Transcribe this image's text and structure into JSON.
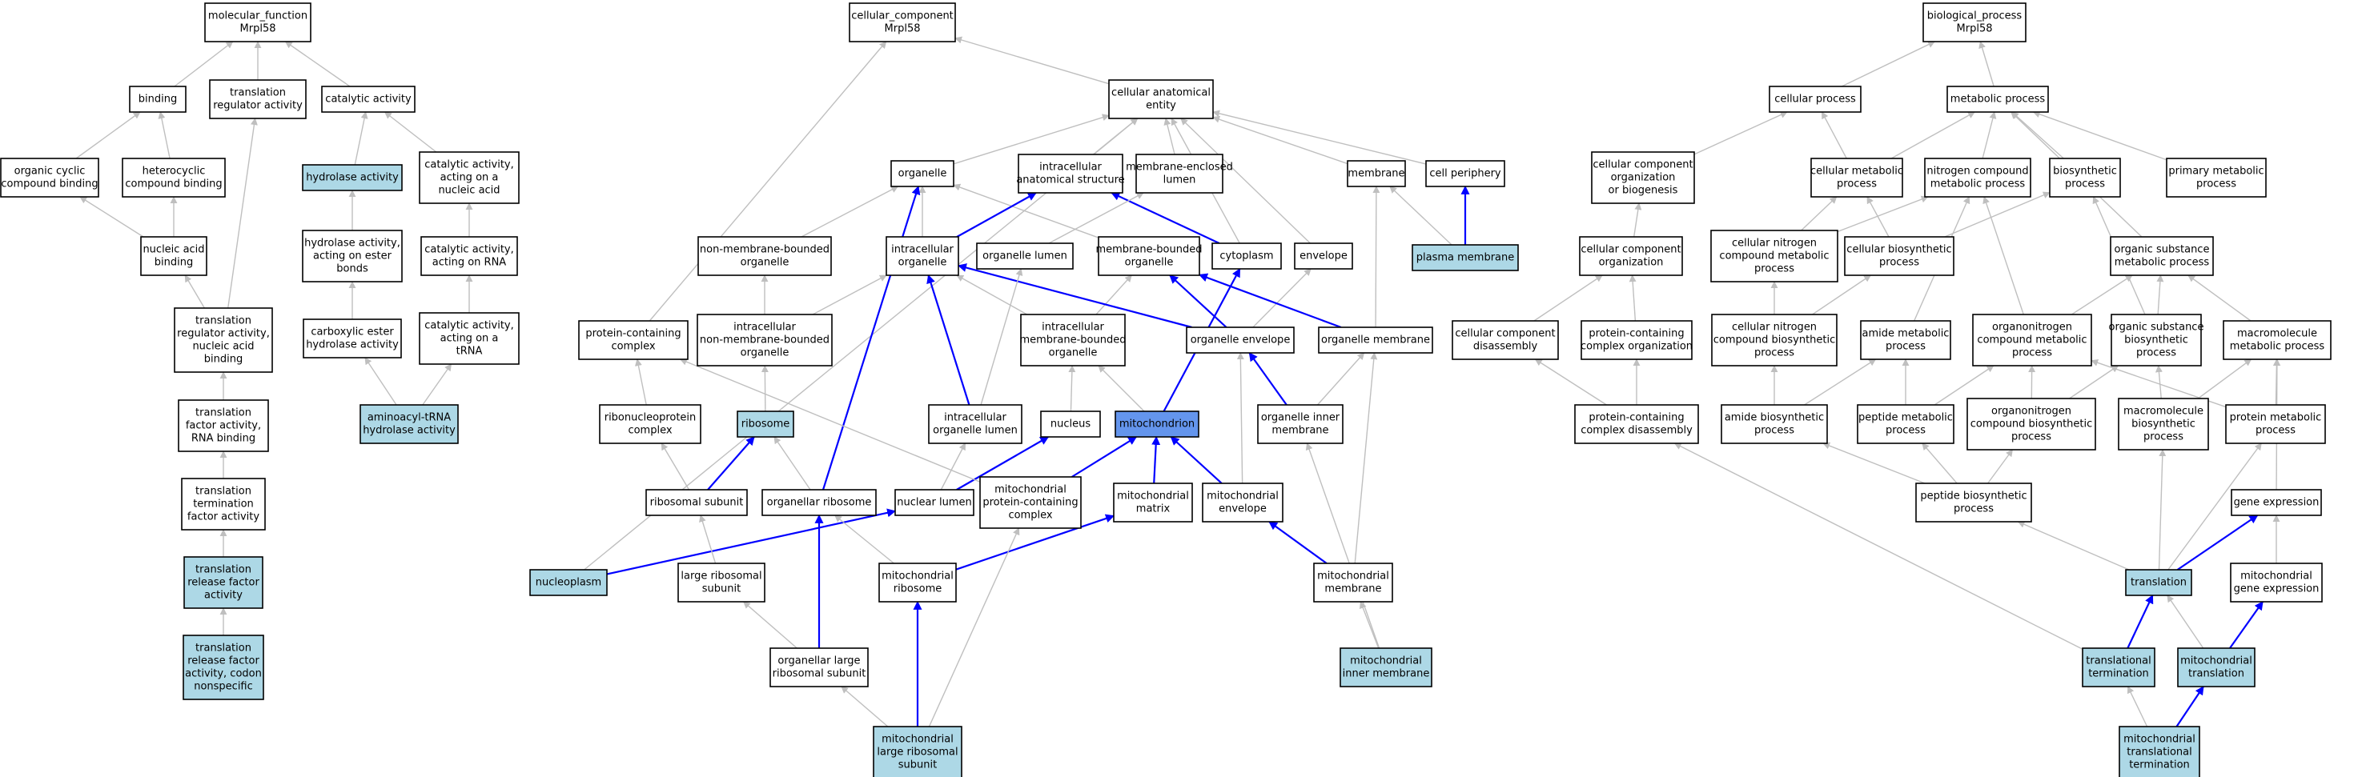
{
  "colors": {
    "plain": "#ffffff",
    "query": "#add8e6",
    "focus": "#6495ed",
    "gray_edge": "#bfbfbf",
    "blue_edge": "#0000ff"
  },
  "nodes": [
    {
      "id": "mf_root",
      "lines": [
        "molecular_function",
        "Mrpl58"
      ],
      "style": "plain"
    },
    {
      "id": "binding",
      "lines": [
        "binding"
      ],
      "style": "plain"
    },
    {
      "id": "tra_reg",
      "lines": [
        "translation",
        "regulator activity"
      ],
      "style": "plain"
    },
    {
      "id": "cat_act",
      "lines": [
        "catalytic activity"
      ],
      "style": "plain"
    },
    {
      "id": "org_cyc",
      "lines": [
        "organic cyclic",
        "compound binding"
      ],
      "style": "plain"
    },
    {
      "id": "hetero",
      "lines": [
        "heterocyclic",
        "compound binding"
      ],
      "style": "plain"
    },
    {
      "id": "hydrolase",
      "lines": [
        "hydrolase activity"
      ],
      "style": "query"
    },
    {
      "id": "cat_nuc",
      "lines": [
        "catalytic activity,",
        "acting on a",
        "nucleic acid"
      ],
      "style": "plain"
    },
    {
      "id": "nuc_bind",
      "lines": [
        "nucleic acid",
        "binding"
      ],
      "style": "plain"
    },
    {
      "id": "hyd_ester",
      "lines": [
        "hydrolase activity,",
        "acting on ester",
        "bonds"
      ],
      "style": "plain"
    },
    {
      "id": "cat_rna",
      "lines": [
        "catalytic activity,",
        "acting on RNA"
      ],
      "style": "plain"
    },
    {
      "id": "tr_reg_nuc",
      "lines": [
        "translation",
        "regulator activity,",
        "nucleic acid",
        "binding"
      ],
      "style": "plain"
    },
    {
      "id": "carbox",
      "lines": [
        "carboxylic ester",
        "hydrolase activity"
      ],
      "style": "plain"
    },
    {
      "id": "cat_trna",
      "lines": [
        "catalytic activity,",
        "acting on a",
        "tRNA"
      ],
      "style": "plain"
    },
    {
      "id": "tr_fac",
      "lines": [
        "translation",
        "factor activity,",
        "RNA binding"
      ],
      "style": "plain"
    },
    {
      "id": "aatrna",
      "lines": [
        "aminoacyl-tRNA",
        "hydrolase activity"
      ],
      "style": "query"
    },
    {
      "id": "tr_term",
      "lines": [
        "translation",
        "termination",
        "factor activity"
      ],
      "style": "plain"
    },
    {
      "id": "tr_rel",
      "lines": [
        "translation",
        "release factor",
        "activity"
      ],
      "style": "query"
    },
    {
      "id": "tr_rel_codon",
      "lines": [
        "translation",
        "release factor",
        "activity, codon",
        "nonspecific"
      ],
      "style": "query"
    },
    {
      "id": "cc_root",
      "lines": [
        "cellular_component",
        "Mrpl58"
      ],
      "style": "plain"
    },
    {
      "id": "cae",
      "lines": [
        "cellular anatomical",
        "entity"
      ],
      "style": "plain"
    },
    {
      "id": "organelle",
      "lines": [
        "organelle"
      ],
      "style": "plain"
    },
    {
      "id": "ias",
      "lines": [
        "intracellular",
        "anatomical structure"
      ],
      "style": "plain"
    },
    {
      "id": "mel",
      "lines": [
        "membrane-enclosed",
        "lumen"
      ],
      "style": "plain"
    },
    {
      "id": "membrane",
      "lines": [
        "membrane"
      ],
      "style": "plain"
    },
    {
      "id": "cell_per",
      "lines": [
        "cell periphery"
      ],
      "style": "plain"
    },
    {
      "id": "nmbo",
      "lines": [
        "non-membrane-bounded",
        "organelle"
      ],
      "style": "plain"
    },
    {
      "id": "intra_org",
      "lines": [
        "intracellular",
        "organelle"
      ],
      "style": "plain"
    },
    {
      "id": "org_lumen",
      "lines": [
        "organelle lumen"
      ],
      "style": "plain"
    },
    {
      "id": "mbo",
      "lines": [
        "membrane-bounded",
        "organelle"
      ],
      "style": "plain"
    },
    {
      "id": "cytoplasm",
      "lines": [
        "cytoplasm"
      ],
      "style": "plain"
    },
    {
      "id": "envelope",
      "lines": [
        "envelope"
      ],
      "style": "plain"
    },
    {
      "id": "plasma_mem",
      "lines": [
        "plasma membrane"
      ],
      "style": "query"
    },
    {
      "id": "pcc",
      "lines": [
        "protein-containing",
        "complex"
      ],
      "style": "plain"
    },
    {
      "id": "inmbo",
      "lines": [
        "intracellular",
        "non-membrane-bounded",
        "organelle"
      ],
      "style": "plain"
    },
    {
      "id": "imbo",
      "lines": [
        "intracellular",
        "membrane-bounded",
        "organelle"
      ],
      "style": "plain"
    },
    {
      "id": "org_env",
      "lines": [
        "organelle envelope"
      ],
      "style": "plain"
    },
    {
      "id": "org_mem",
      "lines": [
        "organelle membrane"
      ],
      "style": "plain"
    },
    {
      "id": "rnp",
      "lines": [
        "ribonucleoprotein",
        "complex"
      ],
      "style": "plain"
    },
    {
      "id": "ribosome",
      "lines": [
        "ribosome"
      ],
      "style": "query"
    },
    {
      "id": "iol",
      "lines": [
        "intracellular",
        "organelle lumen"
      ],
      "style": "plain"
    },
    {
      "id": "nucleus",
      "lines": [
        "nucleus"
      ],
      "style": "plain"
    },
    {
      "id": "mito",
      "lines": [
        "mitochondrion"
      ],
      "style": "focus"
    },
    {
      "id": "oim",
      "lines": [
        "organelle inner",
        "membrane"
      ],
      "style": "plain"
    },
    {
      "id": "rib_sub",
      "lines": [
        "ribosomal subunit"
      ],
      "style": "plain"
    },
    {
      "id": "org_rib",
      "lines": [
        "organellar ribosome"
      ],
      "style": "plain"
    },
    {
      "id": "nuc_lumen",
      "lines": [
        "nuclear lumen"
      ],
      "style": "plain"
    },
    {
      "id": "mito_pcc",
      "lines": [
        "mitochondrial",
        "protein-containing",
        "complex"
      ],
      "style": "plain"
    },
    {
      "id": "mito_matrix",
      "lines": [
        "mitochondrial",
        "matrix"
      ],
      "style": "plain"
    },
    {
      "id": "mito_env",
      "lines": [
        "mitochondrial",
        "envelope"
      ],
      "style": "plain"
    },
    {
      "id": "nucleoplasm",
      "lines": [
        "nucleoplasm"
      ],
      "style": "query"
    },
    {
      "id": "lrs",
      "lines": [
        "large ribosomal",
        "subunit"
      ],
      "style": "plain"
    },
    {
      "id": "mito_rib",
      "lines": [
        "mitochondrial",
        "ribosome"
      ],
      "style": "plain"
    },
    {
      "id": "mito_mem",
      "lines": [
        "mitochondrial",
        "membrane"
      ],
      "style": "plain"
    },
    {
      "id": "olrs",
      "lines": [
        "organellar large",
        "ribosomal subunit"
      ],
      "style": "plain"
    },
    {
      "id": "mim",
      "lines": [
        "mitochondrial",
        "inner membrane"
      ],
      "style": "query"
    },
    {
      "id": "mlrs",
      "lines": [
        "mitochondrial",
        "large ribosomal",
        "subunit"
      ],
      "style": "query"
    },
    {
      "id": "bp_root",
      "lines": [
        "biological_process",
        "Mrpl58"
      ],
      "style": "plain"
    },
    {
      "id": "cell_proc",
      "lines": [
        "cellular process"
      ],
      "style": "plain"
    },
    {
      "id": "met_proc",
      "lines": [
        "metabolic process"
      ],
      "style": "plain"
    },
    {
      "id": "ccob",
      "lines": [
        "cellular component",
        "organization",
        "or biogenesis"
      ],
      "style": "plain"
    },
    {
      "id": "cmp",
      "lines": [
        "cellular metabolic",
        "process"
      ],
      "style": "plain"
    },
    {
      "id": "ncmp",
      "lines": [
        "nitrogen compound",
        "metabolic process"
      ],
      "style": "plain"
    },
    {
      "id": "biosyn",
      "lines": [
        "biosynthetic",
        "process"
      ],
      "style": "plain"
    },
    {
      "id": "pmp",
      "lines": [
        "primary metabolic",
        "process"
      ],
      "style": "plain"
    },
    {
      "id": "cco",
      "lines": [
        "cellular component",
        "organization"
      ],
      "style": "plain"
    },
    {
      "id": "cncmp",
      "lines": [
        "cellular nitrogen",
        "compound metabolic",
        "process"
      ],
      "style": "plain"
    },
    {
      "id": "cbp",
      "lines": [
        "cellular biosynthetic",
        "process"
      ],
      "style": "plain"
    },
    {
      "id": "osmp",
      "lines": [
        "organic substance",
        "metabolic process"
      ],
      "style": "plain"
    },
    {
      "id": "ccd",
      "lines": [
        "cellular component",
        "disassembly"
      ],
      "style": "plain"
    },
    {
      "id": "pcco",
      "lines": [
        "protein-containing",
        "complex organization"
      ],
      "style": "plain"
    },
    {
      "id": "cncbp",
      "lines": [
        "cellular nitrogen",
        "compound biosynthetic",
        "process"
      ],
      "style": "plain"
    },
    {
      "id": "amp",
      "lines": [
        "amide metabolic",
        "process"
      ],
      "style": "plain"
    },
    {
      "id": "oncmp",
      "lines": [
        "organonitrogen",
        "compound metabolic",
        "process"
      ],
      "style": "plain"
    },
    {
      "id": "osbp",
      "lines": [
        "organic substance",
        "biosynthetic",
        "process"
      ],
      "style": "plain"
    },
    {
      "id": "mmp",
      "lines": [
        "macromolecule",
        "metabolic process"
      ],
      "style": "plain"
    },
    {
      "id": "pccd",
      "lines": [
        "protein-containing",
        "complex disassembly"
      ],
      "style": "plain"
    },
    {
      "id": "abp",
      "lines": [
        "amide biosynthetic",
        "process"
      ],
      "style": "plain"
    },
    {
      "id": "pepmp",
      "lines": [
        "peptide metabolic",
        "process"
      ],
      "style": "plain"
    },
    {
      "id": "oncbp",
      "lines": [
        "organonitrogen",
        "compound biosynthetic",
        "process"
      ],
      "style": "plain"
    },
    {
      "id": "mbp",
      "lines": [
        "macromolecule",
        "biosynthetic",
        "process"
      ],
      "style": "plain"
    },
    {
      "id": "protmp",
      "lines": [
        "protein metabolic",
        "process"
      ],
      "style": "plain"
    },
    {
      "id": "pepbp",
      "lines": [
        "peptide biosynthetic",
        "process"
      ],
      "style": "plain"
    },
    {
      "id": "gene_exp",
      "lines": [
        "gene expression"
      ],
      "style": "plain"
    },
    {
      "id": "translation",
      "lines": [
        "translation"
      ],
      "style": "query"
    },
    {
      "id": "mge",
      "lines": [
        "mitochondrial",
        "gene expression"
      ],
      "style": "plain"
    },
    {
      "id": "tr_termination",
      "lines": [
        "translational",
        "termination"
      ],
      "style": "query"
    },
    {
      "id": "mito_tr",
      "lines": [
        "mitochondrial",
        "translation"
      ],
      "style": "query"
    },
    {
      "id": "mttr",
      "lines": [
        "mitochondrial",
        "translational",
        "termination"
      ],
      "style": "query"
    }
  ],
  "edges": [
    [
      "binding",
      "mf_root",
      "gray"
    ],
    [
      "tra_reg",
      "mf_root",
      "gray"
    ],
    [
      "cat_act",
      "mf_root",
      "gray"
    ],
    [
      "org_cyc",
      "binding",
      "gray"
    ],
    [
      "hetero",
      "binding",
      "gray"
    ],
    [
      "hydrolase",
      "cat_act",
      "gray"
    ],
    [
      "cat_nuc",
      "cat_act",
      "gray"
    ],
    [
      "nuc_bind",
      "org_cyc",
      "gray"
    ],
    [
      "nuc_bind",
      "hetero",
      "gray"
    ],
    [
      "hyd_ester",
      "hydrolase",
      "gray"
    ],
    [
      "cat_rna",
      "cat_nuc",
      "gray"
    ],
    [
      "tr_reg_nuc",
      "nuc_bind",
      "gray"
    ],
    [
      "tr_reg_nuc",
      "tra_reg",
      "gray"
    ],
    [
      "carbox",
      "hyd_ester",
      "gray"
    ],
    [
      "cat_trna",
      "cat_rna",
      "gray"
    ],
    [
      "tr_fac",
      "tr_reg_nuc",
      "gray"
    ],
    [
      "aatrna",
      "carbox",
      "gray"
    ],
    [
      "aatrna",
      "cat_trna",
      "gray"
    ],
    [
      "tr_term",
      "tr_fac",
      "gray"
    ],
    [
      "tr_rel",
      "tr_term",
      "gray"
    ],
    [
      "tr_rel_codon",
      "tr_rel",
      "gray"
    ],
    [
      "cae",
      "cc_root",
      "gray"
    ],
    [
      "pcc",
      "cc_root",
      "gray"
    ],
    [
      "organelle",
      "cae",
      "gray"
    ],
    [
      "ias",
      "cae",
      "gray"
    ],
    [
      "mel",
      "cae",
      "gray"
    ],
    [
      "membrane",
      "cae",
      "gray"
    ],
    [
      "cell_per",
      "cae",
      "gray"
    ],
    [
      "cytoplasm",
      "cae",
      "gray"
    ],
    [
      "envelope",
      "cae",
      "gray"
    ],
    [
      "nucleoplasm",
      "cae",
      "gray"
    ],
    [
      "nmbo",
      "organelle",
      "gray"
    ],
    [
      "intra_org",
      "organelle",
      "gray"
    ],
    [
      "mbo",
      "organelle",
      "gray"
    ],
    [
      "intra_org",
      "ias",
      "blue"
    ],
    [
      "cytoplasm",
      "ias",
      "blue"
    ],
    [
      "org_lumen",
      "mel",
      "gray"
    ],
    [
      "plasma_mem",
      "membrane",
      "gray"
    ],
    [
      "plasma_mem",
      "cell_per",
      "blue"
    ],
    [
      "org_mem",
      "membrane",
      "gray"
    ],
    [
      "inmbo",
      "nmbo",
      "gray"
    ],
    [
      "inmbo",
      "intra_org",
      "gray"
    ],
    [
      "imbo",
      "intra_org",
      "gray"
    ],
    [
      "imbo",
      "mbo",
      "gray"
    ],
    [
      "org_env",
      "intra_org",
      "blue"
    ],
    [
      "org_env",
      "mbo",
      "blue"
    ],
    [
      "org_env",
      "envelope",
      "gray"
    ],
    [
      "org_mem",
      "mbo",
      "blue"
    ],
    [
      "mito",
      "imbo",
      "gray"
    ],
    [
      "mito",
      "cytoplasm",
      "blue"
    ],
    [
      "nucleus",
      "imbo",
      "gray"
    ],
    [
      "iol",
      "intra_org",
      "blue"
    ],
    [
      "iol",
      "org_lumen",
      "gray"
    ],
    [
      "rnp",
      "pcc",
      "gray"
    ],
    [
      "ribosome",
      "inmbo",
      "gray"
    ],
    [
      "oim",
      "org_env",
      "blue"
    ],
    [
      "oim",
      "org_mem",
      "gray"
    ],
    [
      "rib_sub",
      "rnp",
      "gray"
    ],
    [
      "rib_sub",
      "ribosome",
      "blue"
    ],
    [
      "org_rib",
      "ribosome",
      "gray"
    ],
    [
      "org_rib",
      "organelle",
      "blue"
    ],
    [
      "nuc_lumen",
      "iol",
      "gray"
    ],
    [
      "nuc_lumen",
      "nucleus",
      "blue"
    ],
    [
      "mito_pcc",
      "mito",
      "blue"
    ],
    [
      "mito_pcc",
      "pcc",
      "gray"
    ],
    [
      "mito_matrix",
      "mito",
      "blue"
    ],
    [
      "mito_env",
      "mito",
      "blue"
    ],
    [
      "mito_env",
      "org_env",
      "gray"
    ],
    [
      "nucleoplasm",
      "nuc_lumen",
      "blue"
    ],
    [
      "lrs",
      "rib_sub",
      "gray"
    ],
    [
      "mito_rib",
      "org_rib",
      "gray"
    ],
    [
      "mito_rib",
      "mito_matrix",
      "blue"
    ],
    [
      "mito_mem",
      "mito_env",
      "blue"
    ],
    [
      "mito_mem",
      "org_mem",
      "gray"
    ],
    [
      "olrs",
      "lrs",
      "gray"
    ],
    [
      "olrs",
      "org_rib",
      "blue"
    ],
    [
      "mim",
      "mito_mem",
      "gray"
    ],
    [
      "mim",
      "oim",
      "gray"
    ],
    [
      "mlrs",
      "olrs",
      "gray"
    ],
    [
      "mlrs",
      "mito_rib",
      "blue"
    ],
    [
      "mlrs",
      "mito_pcc",
      "gray"
    ],
    [
      "cell_proc",
      "bp_root",
      "gray"
    ],
    [
      "met_proc",
      "bp_root",
      "gray"
    ],
    [
      "ccob",
      "cell_proc",
      "gray"
    ],
    [
      "cmp",
      "cell_proc",
      "gray"
    ],
    [
      "cmp",
      "met_proc",
      "gray"
    ],
    [
      "ncmp",
      "met_proc",
      "gray"
    ],
    [
      "biosyn",
      "met_proc",
      "gray"
    ],
    [
      "pmp",
      "met_proc",
      "gray"
    ],
    [
      "osmp",
      "met_proc",
      "gray"
    ],
    [
      "cco",
      "ccob",
      "gray"
    ],
    [
      "cncmp",
      "cmp",
      "gray"
    ],
    [
      "cncmp",
      "ncmp",
      "gray"
    ],
    [
      "cbp",
      "cmp",
      "gray"
    ],
    [
      "cbp",
      "biosyn",
      "gray"
    ],
    [
      "ccd",
      "cco",
      "gray"
    ],
    [
      "pcco",
      "cco",
      "gray"
    ],
    [
      "cncbp",
      "cncmp",
      "gray"
    ],
    [
      "cncbp",
      "cbp",
      "gray"
    ],
    [
      "amp",
      "ncmp",
      "gray"
    ],
    [
      "oncmp",
      "ncmp",
      "gray"
    ],
    [
      "oncmp",
      "osmp",
      "gray"
    ],
    [
      "osbp",
      "osmp",
      "gray"
    ],
    [
      "osbp",
      "biosyn",
      "gray"
    ],
    [
      "mmp",
      "osmp",
      "gray"
    ],
    [
      "pccd",
      "ccd",
      "gray"
    ],
    [
      "pccd",
      "pcco",
      "gray"
    ],
    [
      "abp",
      "amp",
      "gray"
    ],
    [
      "abp",
      "cncbp",
      "gray"
    ],
    [
      "pepmp",
      "amp",
      "gray"
    ],
    [
      "pepmp",
      "oncmp",
      "gray"
    ],
    [
      "oncbp",
      "oncmp",
      "gray"
    ],
    [
      "oncbp",
      "osbp",
      "gray"
    ],
    [
      "mbp",
      "osbp",
      "gray"
    ],
    [
      "mbp",
      "mmp",
      "gray"
    ],
    [
      "protmp",
      "mmp",
      "gray"
    ],
    [
      "protmp",
      "oncmp",
      "gray"
    ],
    [
      "pepbp",
      "abp",
      "gray"
    ],
    [
      "pepbp",
      "pepmp",
      "gray"
    ],
    [
      "pepbp",
      "oncbp",
      "gray"
    ],
    [
      "gene_exp",
      "mmp",
      "gray"
    ],
    [
      "translation",
      "pepbp",
      "gray"
    ],
    [
      "translation",
      "mbp",
      "gray"
    ],
    [
      "translation",
      "protmp",
      "gray"
    ],
    [
      "translation",
      "gene_exp",
      "blue"
    ],
    [
      "mge",
      "gene_exp",
      "gray"
    ],
    [
      "tr_termination",
      "translation",
      "blue"
    ],
    [
      "tr_termination",
      "pccd",
      "gray"
    ],
    [
      "mito_tr",
      "translation",
      "gray"
    ],
    [
      "mito_tr",
      "mge",
      "blue"
    ],
    [
      "mttr",
      "tr_termination",
      "gray"
    ],
    [
      "mttr",
      "mito_tr",
      "blue"
    ]
  ]
}
